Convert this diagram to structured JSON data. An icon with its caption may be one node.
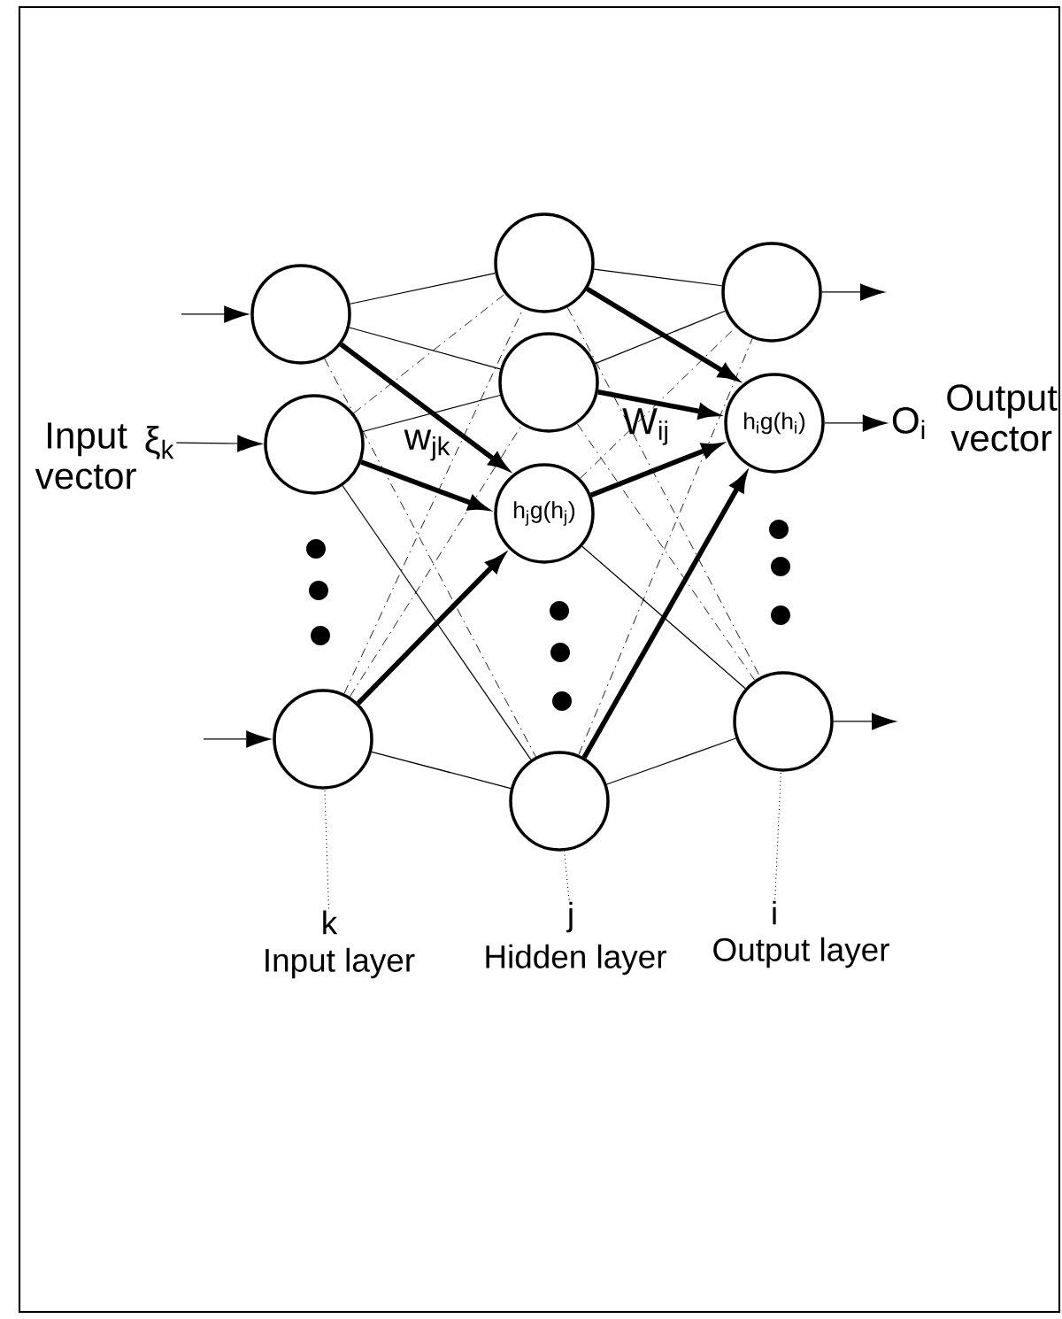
{
  "diagram": {
    "nodes": [
      {
        "text": [],
        "shape": "circle"
      },
      {
        "text": [],
        "shape": "circle"
      },
      {
        "text": [],
        "shape": "circle"
      },
      {
        "text": [],
        "shape": "circle"
      },
      {
        "text": [],
        "shape": "circle"
      },
      {
        "text": [
          "h$_{j}$g(h$_{j}$)"
        ]
      },
      {
        "text": [],
        "shape": "circle"
      },
      {
        "text": [],
        "shape": "circle"
      },
      {
        "text": [
          "h$_{i}$g(h$_{i}$)"
        ]
      },
      {
        "text": [],
        "shape": "circle"
      },
      {
        "text": [
          "ξ$_{k}$"
        ]
      },
      {
        "text": [
          "O$_{i}$"
        ]
      },
      {
        "text": [
          "k"
        ]
      },
      {
        "text": [
          "j"
        ]
      },
      {
        "text": [
          "i"
        ]
      }
    ],
    "edges": [
      {
        "from": null,
        "to": 0,
        "arrow": "to"
      },
      {
        "from": 10,
        "to": 1,
        "arrow": "to"
      },
      {
        "from": null,
        "to": 2,
        "arrow": "to"
      },
      {
        "from": 0,
        "to": 3,
        "arrow": "none"
      },
      {
        "from": 0,
        "to": 4,
        "arrow": "none"
      },
      {
        "from": 0,
        "to": 5,
        "arrow": "to",
        "style": "thick"
      },
      {
        "from": 0,
        "to": 6,
        "arrow": "none",
        "style": "dashed"
      },
      {
        "from": 1,
        "to": 3,
        "arrow": "none",
        "style": "dashed"
      },
      {
        "from": 1,
        "to": 4,
        "arrow": "none"
      },
      {
        "from": 1,
        "to": 5,
        "arrow": "to",
        "style": "thick"
      },
      {
        "from": 1,
        "to": 6,
        "arrow": "none"
      },
      {
        "from": 2,
        "to": 3,
        "arrow": "none",
        "style": "dashed"
      },
      {
        "from": 2,
        "to": 4,
        "arrow": "none",
        "style": "dashed"
      },
      {
        "from": 2,
        "to": 5,
        "arrow": "to",
        "style": "thick"
      },
      {
        "from": 2,
        "to": 6,
        "arrow": "none"
      },
      {
        "from": 3,
        "to": 7,
        "arrow": "none"
      },
      {
        "from": 3,
        "to": 8,
        "arrow": "to",
        "style": "thick"
      },
      {
        "from": 3,
        "to": 9,
        "arrow": "none",
        "style": "dashed"
      },
      {
        "from": 4,
        "to": 7,
        "arrow": "none"
      },
      {
        "from": 4,
        "to": 8,
        "arrow": "to",
        "style": "thick"
      },
      {
        "from": 4,
        "to": 9,
        "arrow": "none",
        "style": "dashed"
      },
      {
        "from": 5,
        "to": 7,
        "arrow": "none",
        "style": "dashed"
      },
      {
        "from": 5,
        "to": 8,
        "arrow": "to",
        "style": "thick"
      },
      {
        "from": 5,
        "to": 9,
        "arrow": "none"
      },
      {
        "from": 6,
        "to": 7,
        "arrow": "none",
        "style": "dashed"
      },
      {
        "from": 6,
        "to": 8,
        "arrow": "to",
        "style": "thick"
      },
      {
        "from": 6,
        "to": 9,
        "arrow": "none"
      },
      {
        "from": 7,
        "to": null,
        "arrow": "to"
      },
      {
        "from": 8,
        "to": 11,
        "arrow": "to"
      },
      {
        "from": 9,
        "to": null,
        "arrow": "to"
      },
      {
        "from": 12,
        "to": 2,
        "arrow": "none",
        "style": "dashed"
      },
      {
        "from": 13,
        "to": 6,
        "arrow": "none",
        "style": "dashed"
      },
      {
        "from": 14,
        "to": 9,
        "arrow": "none",
        "style": "dashed"
      }
    ],
    "labels": [
      "Input vector",
      "w$_{jk}$",
      "W$_{ij}$",
      "Output vector",
      "Input layer",
      "Hidden layer",
      "Output layer"
    ]
  }
}
